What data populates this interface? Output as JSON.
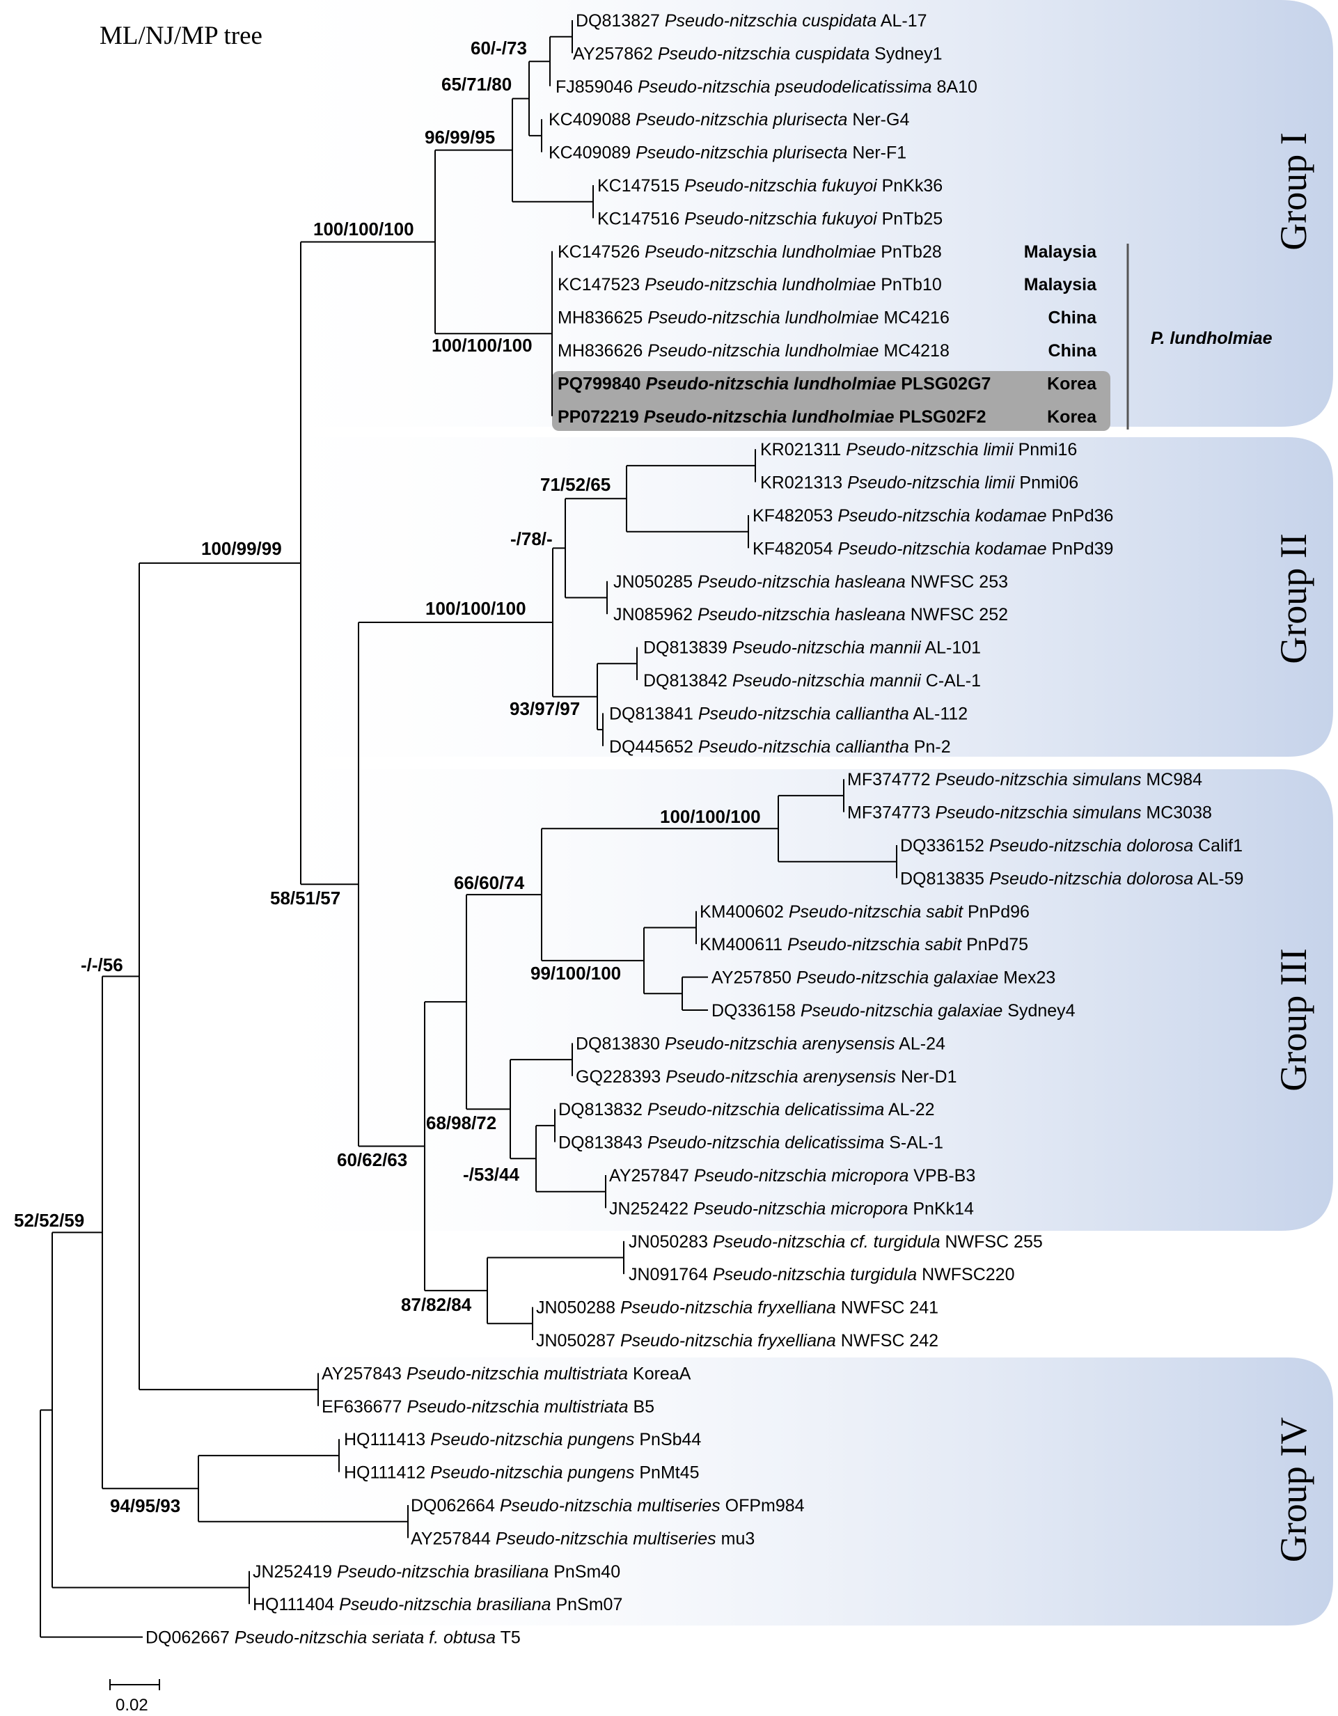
{
  "title": "ML/NJ/MP  tree",
  "scale_label": "0.02",
  "groups": [
    {
      "label": "Group I",
      "color": "#c9d6ec"
    },
    {
      "label": "Group II",
      "color": "#c9d6ec"
    },
    {
      "label": "Group III",
      "color": "#c9d6ec"
    },
    {
      "label": "Group IV",
      "color": "#c9d6ec"
    }
  ],
  "clade_label": "P. lundholmiae",
  "highlight_color": "#a8a8a8",
  "taxa": [
    {
      "acc": "DQ813827",
      "species": "Pseudo-nitzschia cuspidata",
      "strain": "AL-17"
    },
    {
      "acc": "AY257862",
      "species": "Pseudo-nitzschia cuspidata",
      "strain": "Sydney1"
    },
    {
      "acc": "FJ859046",
      "species": "Pseudo-nitzschia pseudodelicatissima",
      "strain": "8A10"
    },
    {
      "acc": "KC409088",
      "species": "Pseudo-nitzschia plurisecta",
      "strain": "Ner-G4"
    },
    {
      "acc": "KC409089",
      "species": "Pseudo-nitzschia plurisecta",
      "strain": "Ner-F1"
    },
    {
      "acc": "KC147515",
      "species": "Pseudo-nitzschia fukuyoi",
      "strain": "PnKk36"
    },
    {
      "acc": "KC147516",
      "species": "Pseudo-nitzschia fukuyoi",
      "strain": "PnTb25"
    },
    {
      "acc": "KC147526",
      "species": "Pseudo-nitzschia lundholmiae",
      "strain": "PnTb28",
      "origin": "Malaysia"
    },
    {
      "acc": "KC147523",
      "species": "Pseudo-nitzschia lundholmiae",
      "strain": "PnTb10",
      "origin": "Malaysia"
    },
    {
      "acc": "MH836625",
      "species": "Pseudo-nitzschia lundholmiae",
      "strain": "MC4216",
      "origin": "China"
    },
    {
      "acc": "MH836626",
      "species": "Pseudo-nitzschia lundholmiae",
      "strain": "MC4218",
      "origin": "China"
    },
    {
      "acc": "PQ799840",
      "species": "Pseudo-nitzschia lundholmiae",
      "strain": "PLSG02G7",
      "origin": "Korea",
      "bold": true
    },
    {
      "acc": "PP072219",
      "species": "Pseudo-nitzschia lundholmiae",
      "strain": "PLSG02F2",
      "origin": "Korea",
      "bold": true
    },
    {
      "acc": "KR021311",
      "species": "Pseudo-nitzschia limii",
      "strain": "Pnmi16"
    },
    {
      "acc": "KR021313",
      "species": "Pseudo-nitzschia limii",
      "strain": "Pnmi06"
    },
    {
      "acc": "KF482053",
      "species": "Pseudo-nitzschia kodamae",
      "strain": "PnPd36"
    },
    {
      "acc": "KF482054",
      "species": "Pseudo-nitzschia kodamae",
      "strain": "PnPd39"
    },
    {
      "acc": "JN050285",
      "species": "Pseudo-nitzschia hasleana",
      "strain": "NWFSC 253"
    },
    {
      "acc": "JN085962",
      "species": "Pseudo-nitzschia hasleana",
      "strain": "NWFSC 252"
    },
    {
      "acc": "DQ813839",
      "species": "Pseudo-nitzschia mannii",
      "strain": "AL-101"
    },
    {
      "acc": "DQ813842",
      "species": "Pseudo-nitzschia mannii",
      "strain": "C-AL-1"
    },
    {
      "acc": "DQ813841",
      "species": "Pseudo-nitzschia calliantha",
      "strain": "AL-112"
    },
    {
      "acc": "DQ445652",
      "species": "Pseudo-nitzschia calliantha",
      "strain": "Pn-2"
    },
    {
      "acc": "MF374772",
      "species": "Pseudo-nitzschia simulans",
      "strain": "MC984"
    },
    {
      "acc": "MF374773",
      "species": "Pseudo-nitzschia simulans",
      "strain": "MC3038"
    },
    {
      "acc": "DQ336152",
      "species": "Pseudo-nitzschia dolorosa",
      "strain": "Calif1"
    },
    {
      "acc": "DQ813835",
      "species": "Pseudo-nitzschia dolorosa",
      "strain": "AL-59"
    },
    {
      "acc": "KM400602",
      "species": "Pseudo-nitzschia sabit",
      "strain": "PnPd96"
    },
    {
      "acc": "KM400611",
      "species": "Pseudo-nitzschia sabit",
      "strain": "PnPd75"
    },
    {
      "acc": "AY257850",
      "species": "Pseudo-nitzschia galaxiae",
      "strain": "Mex23"
    },
    {
      "acc": "DQ336158",
      "species": "Pseudo-nitzschia galaxiae",
      "strain": "Sydney4"
    },
    {
      "acc": "DQ813830",
      "species": "Pseudo-nitzschia arenysensis",
      "strain": "AL-24"
    },
    {
      "acc": "GQ228393",
      "species": "Pseudo-nitzschia arenysensis",
      "strain": "Ner-D1"
    },
    {
      "acc": "DQ813832",
      "species": "Pseudo-nitzschia delicatissima",
      "strain": "AL-22"
    },
    {
      "acc": "DQ813843",
      "species": "Pseudo-nitzschia delicatissima",
      "strain": "S-AL-1"
    },
    {
      "acc": "AY257847",
      "species": "Pseudo-nitzschia micropora",
      "strain": "VPB-B3"
    },
    {
      "acc": "JN252422",
      "species": "Pseudo-nitzschia micropora",
      "strain": "PnKk14"
    },
    {
      "acc": "JN050283",
      "species": "Pseudo-nitzschia cf. turgidula",
      "strain": "NWFSC 255"
    },
    {
      "acc": "JN091764",
      "species": "Pseudo-nitzschia turgidula",
      "strain": "NWFSC220"
    },
    {
      "acc": "JN050288",
      "species": "Pseudo-nitzschia fryxelliana",
      "strain": "NWFSC 241"
    },
    {
      "acc": "JN050287",
      "species": "Pseudo-nitzschia fryxelliana",
      "strain": "NWFSC 242"
    },
    {
      "acc": "AY257843",
      "species": "Pseudo-nitzschia multistriata",
      "strain": "KoreaA"
    },
    {
      "acc": "EF636677",
      "species": "Pseudo-nitzschia multistriata",
      "strain": "B5"
    },
    {
      "acc": "HQ111413",
      "species": "Pseudo-nitzschia pungens",
      "strain": "PnSb44"
    },
    {
      "acc": "HQ111412",
      "species": "Pseudo-nitzschia pungens",
      "strain": "PnMt45"
    },
    {
      "acc": "DQ062664",
      "species": "Pseudo-nitzschia multiseries",
      "strain": "OFPm984"
    },
    {
      "acc": "AY257844",
      "species": "Pseudo-nitzschia multiseries",
      "strain": "mu3"
    },
    {
      "acc": "JN252419",
      "species": "Pseudo-nitzschia brasiliana",
      "strain": "PnSm40"
    },
    {
      "acc": "HQ111404",
      "species": "Pseudo-nitzschia brasiliana",
      "strain": "PnSm07"
    },
    {
      "acc": "DQ062667",
      "species": "Pseudo-nitzschia seriata f. obtusa",
      "strain": "T5"
    }
  ],
  "support": [
    "60/-/73",
    "65/71/80",
    "96/99/95",
    "100/100/100",
    "100/100/100",
    "71/52/65",
    "-/78/-",
    "100/100/100",
    "93/97/97",
    "100/99/99",
    "100/100/100",
    "66/60/74",
    "99/100/100",
    "58/51/57",
    "68/98/72",
    "-/53/44",
    "60/62/63",
    "87/82/84",
    "-/-/56",
    "52/52/59",
    "94/95/93"
  ]
}
